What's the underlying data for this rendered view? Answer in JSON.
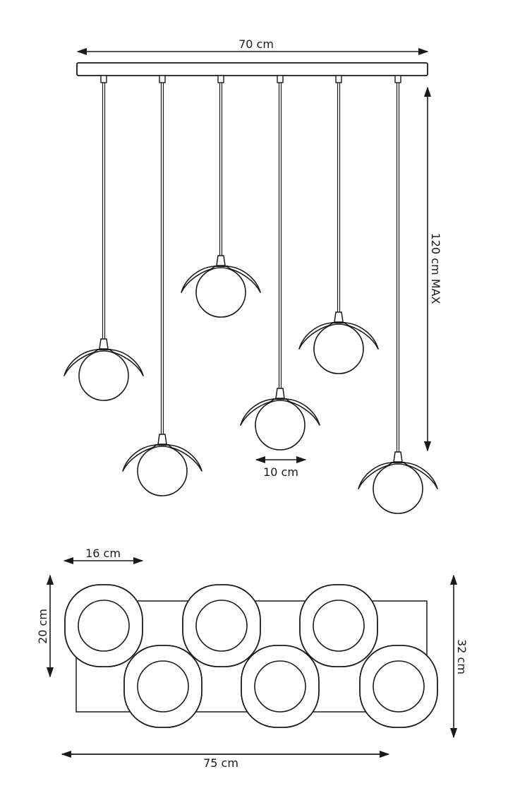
{
  "colors": {
    "stroke": "#1a1a1a",
    "background": "#ffffff"
  },
  "side_view": {
    "width_label": "70 cm",
    "height_label": "120 cm MAX",
    "shade_width_label": "10 cm",
    "pendant_count": 6
  },
  "top_view": {
    "shade_width_label": "16 cm",
    "shade_height_label": "20 cm",
    "total_depth_label": "32 cm",
    "total_width_label": "75 cm",
    "shade_count": 6
  }
}
